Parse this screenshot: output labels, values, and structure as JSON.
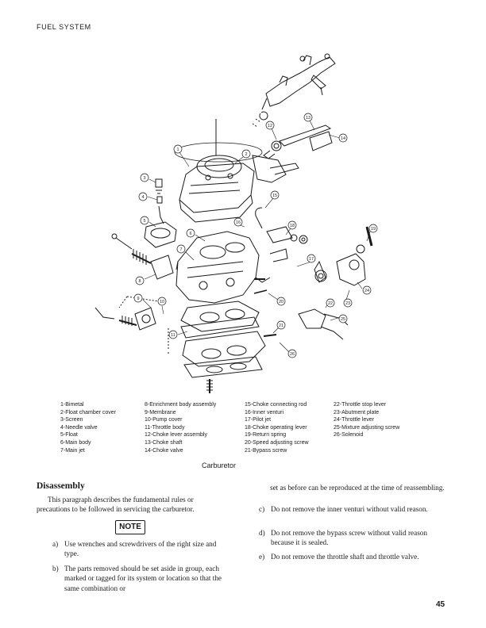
{
  "header": "FUEL SYSTEM",
  "legend": {
    "col1": [
      "1-Bimetal",
      "2-Float chamber cover",
      "3-Screen",
      "4-Needle valve",
      "5-Float",
      "6-Main body",
      "7-Main jet"
    ],
    "col2": [
      "8-Enrichment body assembly",
      "9-Membrane",
      "10-Pump cover",
      "11-Throttle body",
      "12-Choke lever assembly",
      "13-Choke shaft",
      "14-Choke valve"
    ],
    "col3": [
      "15-Choke connecting rod",
      "16-Inner venturi",
      "17-Pilot jet",
      "18-Choke operating lever",
      "19-Return spring",
      "20-Speed adjusting screw",
      "21-Bypass screw"
    ],
    "col4": [
      "22-Throttle stop lever",
      "23-Abutment plate",
      "24-Throttle lever",
      "25-Mixture adjusting screw",
      "26-Solenoid"
    ]
  },
  "callouts": [
    "1",
    "2",
    "3",
    "4",
    "5",
    "6",
    "7",
    "8",
    "9",
    "10",
    "11",
    "12",
    "13",
    "14",
    "15",
    "16",
    "17",
    "18",
    "19",
    "20",
    "21",
    "22",
    "23",
    "24",
    "25",
    "26"
  ],
  "caption": "Carburetor",
  "section_title": "Disassembly",
  "intro": "This paragraph describes the fundamental rules or precautions to be followed in servicing the carburetor.",
  "note_label": "NOTE",
  "items": {
    "a_mark": "a)",
    "a_text": "Use wrenches and screwdrivers of the right size and type.",
    "b_mark": "b)",
    "b_text": "The parts removed should be set aside in group, each marked or tagged for its system or location so that the same combination or",
    "b_cont": "set as before can be reproduced at the time of reassembling.",
    "c_mark": "c)",
    "c_text": "Do not remove the inner venturi without valid reason.",
    "d_mark": "d)",
    "d_text": "Do not remove the bypass screw without valid reason because it is sealed.",
    "e_mark": "e)",
    "e_text": "Do not remove the throttle shaft and throttle valve."
  },
  "page_number": "45"
}
